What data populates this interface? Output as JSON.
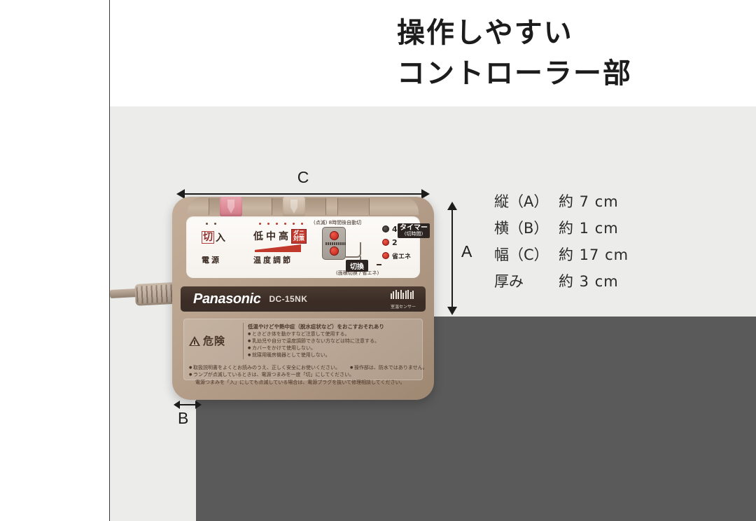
{
  "header": {
    "title_line1": "操作しやすい",
    "title_line2": "コントローラー部"
  },
  "dimensions": {
    "c_label": "C",
    "a_label": "A",
    "b_label": "B"
  },
  "specs": [
    {
      "label": "縦（A）",
      "value": "約 7 cm"
    },
    {
      "label": "横（B）",
      "value": "約 1 cm"
    },
    {
      "label": "幅（C）",
      "value": "約 17 cm"
    },
    {
      "label": "厚み",
      "value": "約 3 cm"
    }
  ],
  "controller": {
    "power": {
      "off_char": "切",
      "on_char": "入",
      "caption": "電源"
    },
    "temperature": {
      "low": "低",
      "mid": "中",
      "high": "高",
      "mite_badge_line1": "ダニ",
      "mite_badge_line2": "対策",
      "caption": "温度調節"
    },
    "timer": {
      "note_top": "(点滅) 8時間後自動切",
      "note_bottom": "(面積切換 / 省エネ)",
      "switch_button": "切換",
      "tag_line1": "タイマー",
      "tag_line2": "(切時間)",
      "leds": [
        {
          "num": "4",
          "state": "off"
        },
        {
          "num": "2",
          "state": "on"
        }
      ],
      "eco_label": "省エネ"
    },
    "brand": {
      "name": "Panasonic",
      "model": "DC-15NK",
      "sensor_label": "室温センサー"
    },
    "warning": {
      "danger_label": "危険",
      "headline": "低温やけどや熱中症（脱水症状など）をおこすおそれあり",
      "items": [
        "ときどき体を動かすなど注意して使用する。",
        "乳幼児や自分で温度調節できない方などは特に注意する。",
        "カバーをかけて使用しない。",
        "就寝用暖房機器として使用しない。"
      ],
      "footers": [
        "取扱説明書をよくとお読みのうえ、正しく安全にお使いください。",
        "操作部は、防水ではありません。",
        "ランプが点滅しているときは、電源つまみを一度「切」にしてください。",
        "電源つまみを「入」にしても点滅している場合は、電源プラグを抜いて修理相談してください。"
      ]
    }
  },
  "colors": {
    "page_bg": "#ffffff",
    "photo_bg": "#ececeb",
    "dark_band": "#5a5a5a",
    "body_beige": "#b9a38e",
    "accent_red": "#c0392b",
    "brand_dark": "#3e302a"
  }
}
